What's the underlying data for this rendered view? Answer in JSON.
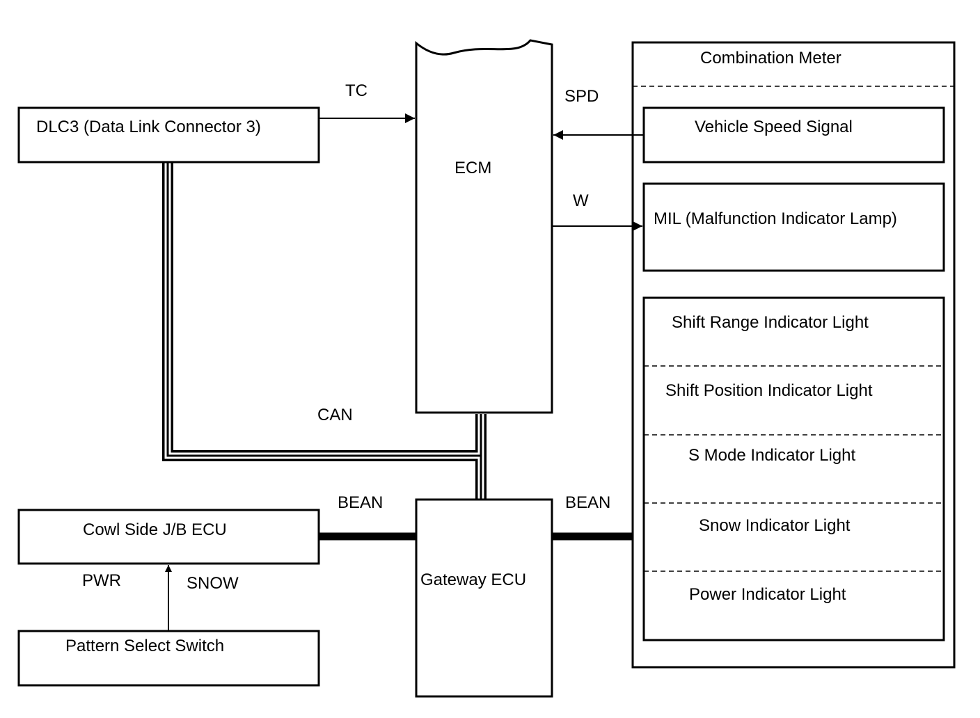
{
  "blocks": {
    "dlc3": "DLC3 (Data Link Connector 3)",
    "ecm": "ECM",
    "cowl_ecu": "Cowl Side J/B ECU",
    "pattern_switch": "Pattern Select Switch",
    "gateway_ecu": "Gateway ECU",
    "combination_meter": "Combination Meter",
    "vehicle_speed_signal": "Vehicle Speed Signal",
    "mil": "MIL (Malfunction Indicator Lamp)",
    "indicators": [
      "Shift Range Indicator Light",
      "Shift Position Indicator Light",
      "S Mode Indicator Light",
      "Snow Indicator Light",
      "Power Indicator Light"
    ]
  },
  "signals": {
    "tc": "TC",
    "spd": "SPD",
    "w": "W",
    "can": "CAN",
    "bean_left": "BEAN",
    "bean_right": "BEAN",
    "pwr": "PWR",
    "snow": "SNOW"
  }
}
